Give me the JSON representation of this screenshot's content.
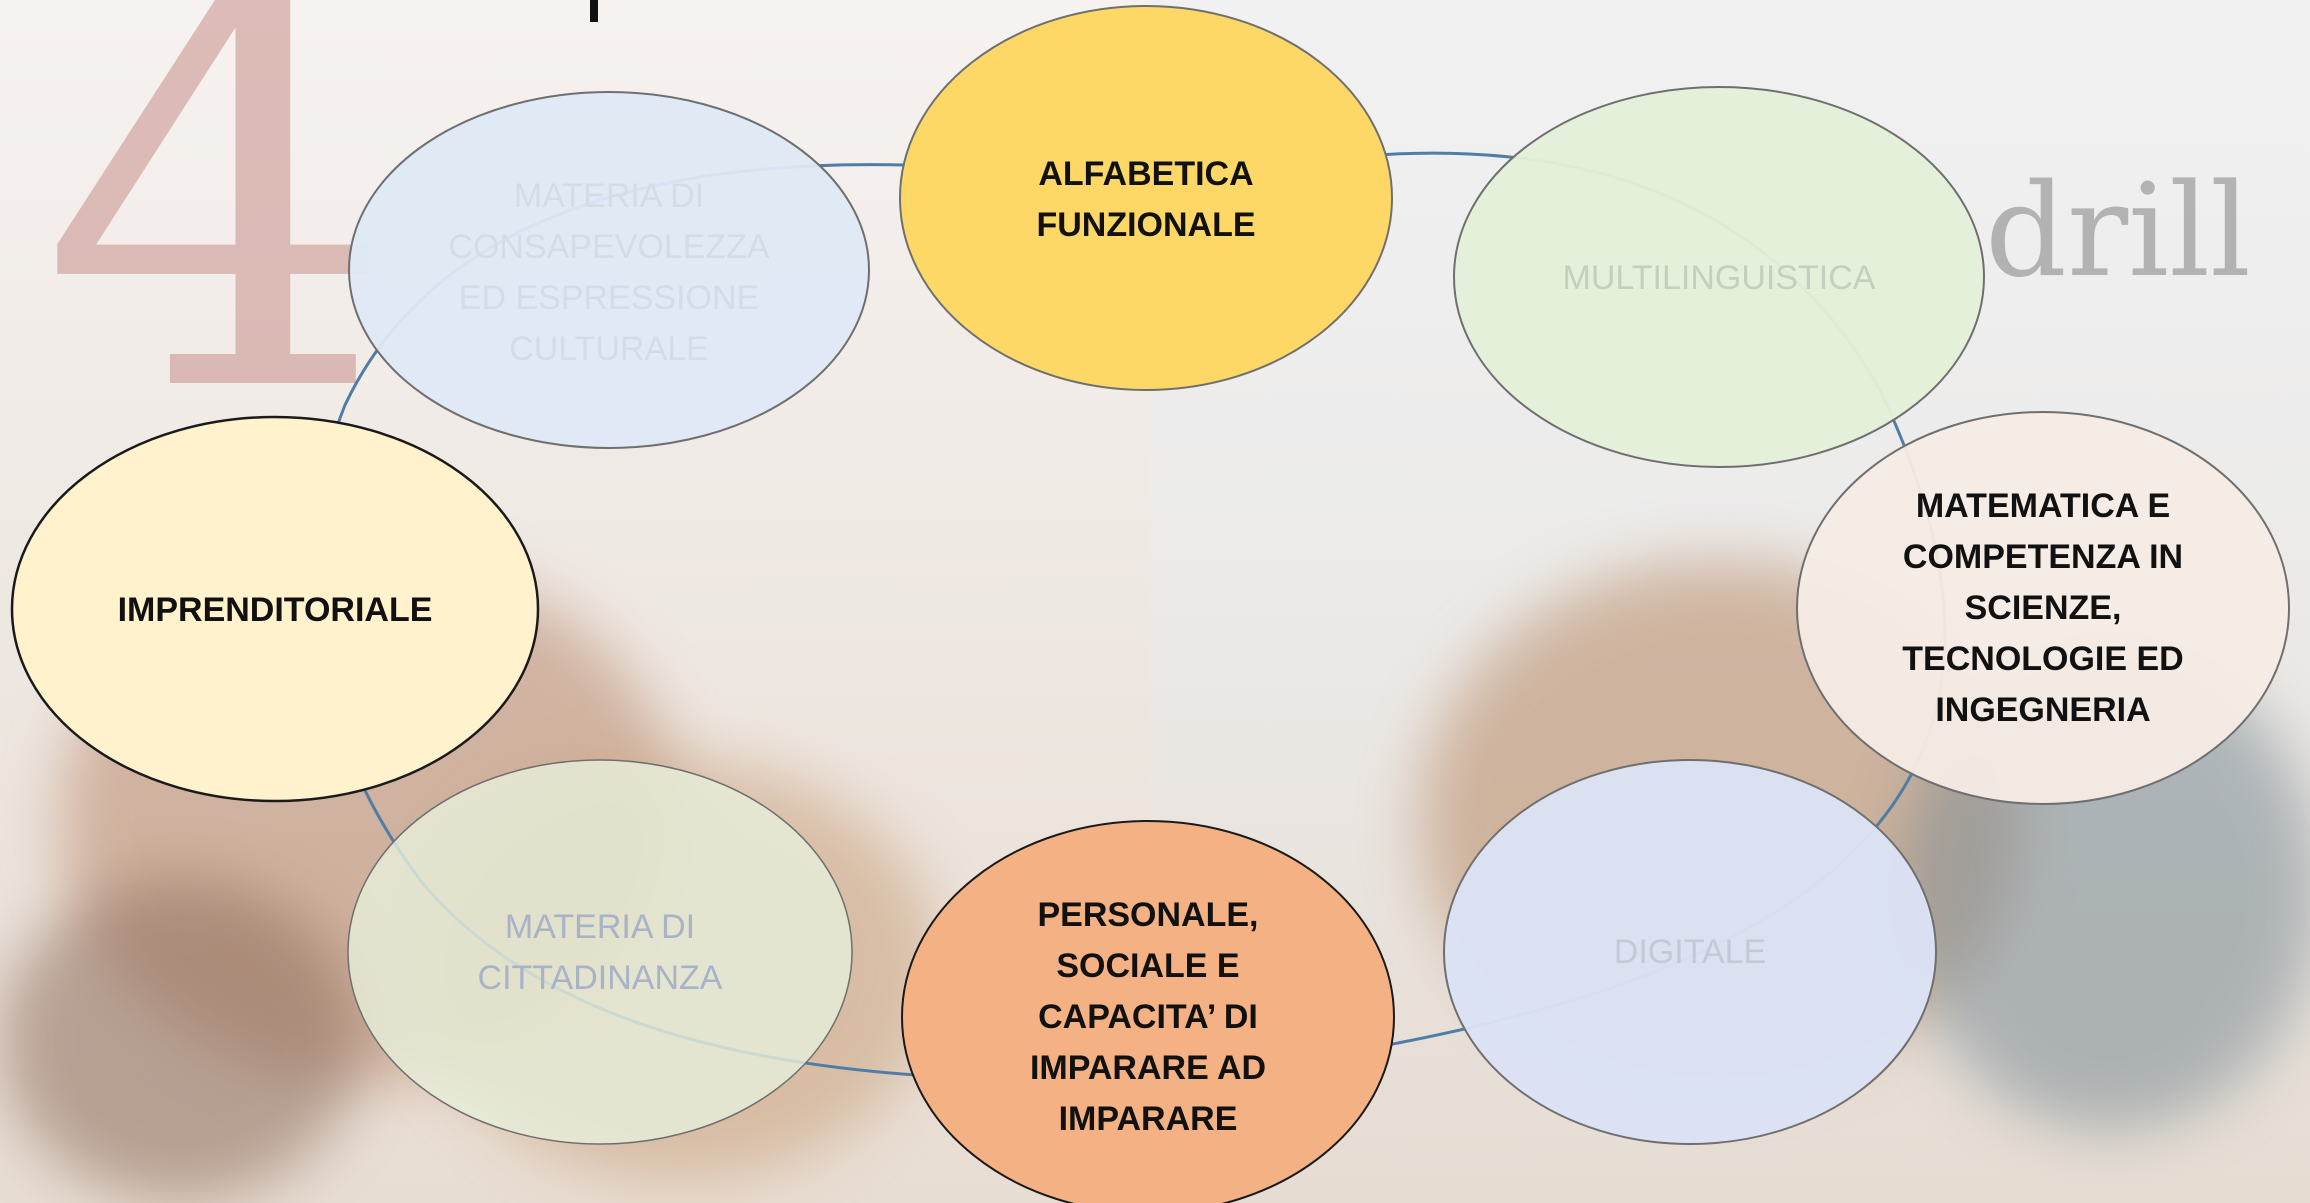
{
  "diagram": {
    "background_text": {
      "numeral": "4",
      "word": "drill"
    },
    "colors": {
      "connector": "#4f7da6",
      "outline_dark": "#1a1a1a",
      "outline_grey": "#6f6f6f"
    },
    "nodes": [
      {
        "id": "alfabetica",
        "label": "ALFABETICA\nFUNZIONALE",
        "fill": "#fdd866",
        "text_color": "#111111",
        "emphasis": "bold"
      },
      {
        "id": "multilinguistica",
        "label": "MULTILINGUISTICA",
        "fill": "#e3efd9",
        "text_color": "#c6cec0",
        "emphasis": "faded"
      },
      {
        "id": "matematica",
        "label": "MATEMATICA E\nCOMPETENZA IN\nSCIENZE,\nTECNOLOGIE ED\nINGEGNERIA",
        "fill": "#f6ece5",
        "text_color": "#111111",
        "emphasis": "bold"
      },
      {
        "id": "digitale",
        "label": "DIGITALE",
        "fill": "#dbe2f4",
        "text_color": "#c4c9d6",
        "emphasis": "faded"
      },
      {
        "id": "personale",
        "label": "PERSONALE,\nSOCIALE E\nCAPACITA’ DI\nIMPARARE AD\nIMPARARE",
        "fill": "#f4b183",
        "text_color": "#111111",
        "emphasis": "bold"
      },
      {
        "id": "cittadinanza",
        "label": "MATERIA DI\nCITTADINANZA",
        "fill": "#e6eedb",
        "text_color": "#a9b3c7",
        "emphasis": "faded"
      },
      {
        "id": "imprenditoriale",
        "label": "IMPRENDITORIALE",
        "fill": "#fff2cc",
        "text_color": "#111111",
        "emphasis": "bold"
      },
      {
        "id": "consapevolezza",
        "label": "MATERIA DI\nCONSAPEVOLEZZA\nED ESPRESSIONE\nCULTURALE",
        "fill": "#dee9f5",
        "text_color": "#d3dde8",
        "emphasis": "faded"
      }
    ]
  }
}
